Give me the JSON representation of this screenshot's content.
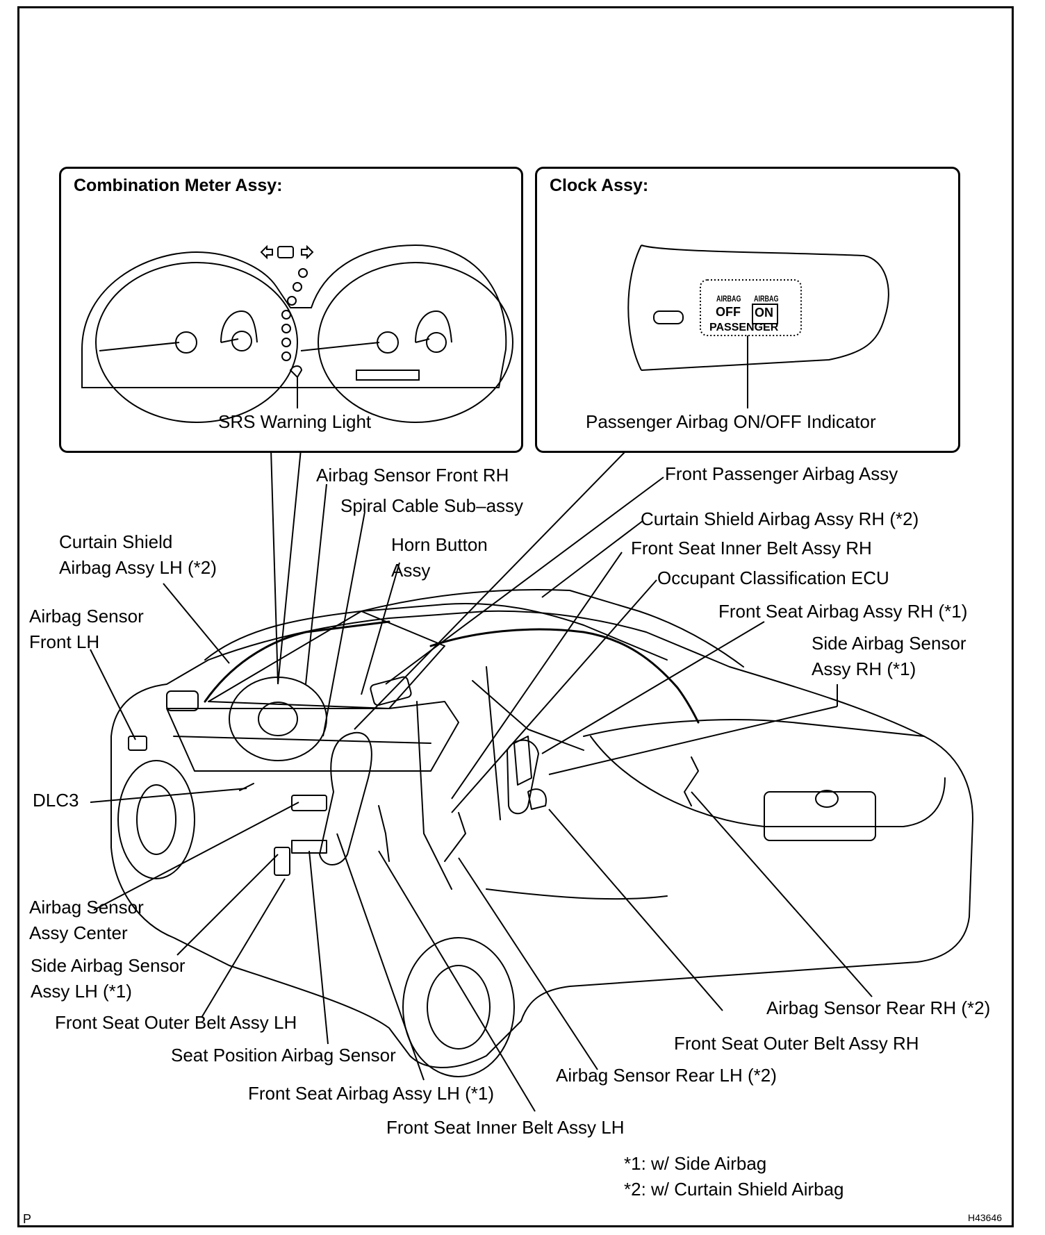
{
  "combination_meter": {
    "title": "Combination Meter Assy:",
    "label": "SRS Warning Light"
  },
  "clock": {
    "title": "Clock Assy:",
    "label": "Passenger Airbag ON/OFF Indicator",
    "indicator_airbag_1": "AIRBAG",
    "indicator_airbag_2": "AIRBAG",
    "indicator_off": "OFF",
    "indicator_on": "ON",
    "indicator_passenger": "PASSENGER"
  },
  "labels": {
    "airbag_sensor_front_rh": "Airbag Sensor Front RH",
    "spiral_cable": "Spiral Cable Sub–assy",
    "horn_button_1": "Horn Button",
    "horn_button_2": "Assy",
    "front_passenger_airbag": "Front Passenger Airbag Assy",
    "curtain_rh": "Curtain Shield Airbag Assy RH (*2)",
    "inner_belt_rh": "Front Seat Inner Belt Assy RH",
    "occupant_ecu": "Occupant Classification ECU",
    "front_seat_airbag_rh": "Front Seat Airbag Assy RH (*1)",
    "side_sensor_rh_1": "Side Airbag Sensor",
    "side_sensor_rh_2": "Assy RH (*1)",
    "curtain_lh_1": "Curtain Shield",
    "curtain_lh_2": "Airbag Assy LH (*2)",
    "sensor_front_lh_1": "Airbag Sensor",
    "sensor_front_lh_2": "Front LH",
    "dlc3": "DLC3",
    "sensor_center_1": "Airbag Sensor",
    "sensor_center_2": "Assy Center",
    "side_sensor_lh_1": "Side Airbag Sensor",
    "side_sensor_lh_2": "Assy LH (*1)",
    "outer_belt_lh": "Front Seat Outer Belt Assy LH",
    "seat_position": "Seat Position Airbag Sensor",
    "front_seat_airbag_lh": "Front Seat Airbag Assy LH (*1)",
    "inner_belt_lh": "Front Seat Inner Belt Assy LH",
    "sensor_rear_lh": "Airbag Sensor Rear LH (*2)",
    "outer_belt_rh": "Front Seat Outer Belt Assy RH",
    "sensor_rear_rh": "Airbag Sensor Rear RH (*2)"
  },
  "footnotes": {
    "note1": "*1: w/ Side Airbag",
    "note2": "*2: w/ Curtain Shield Airbag"
  },
  "corner": {
    "left": "P",
    "right": "H43646"
  }
}
